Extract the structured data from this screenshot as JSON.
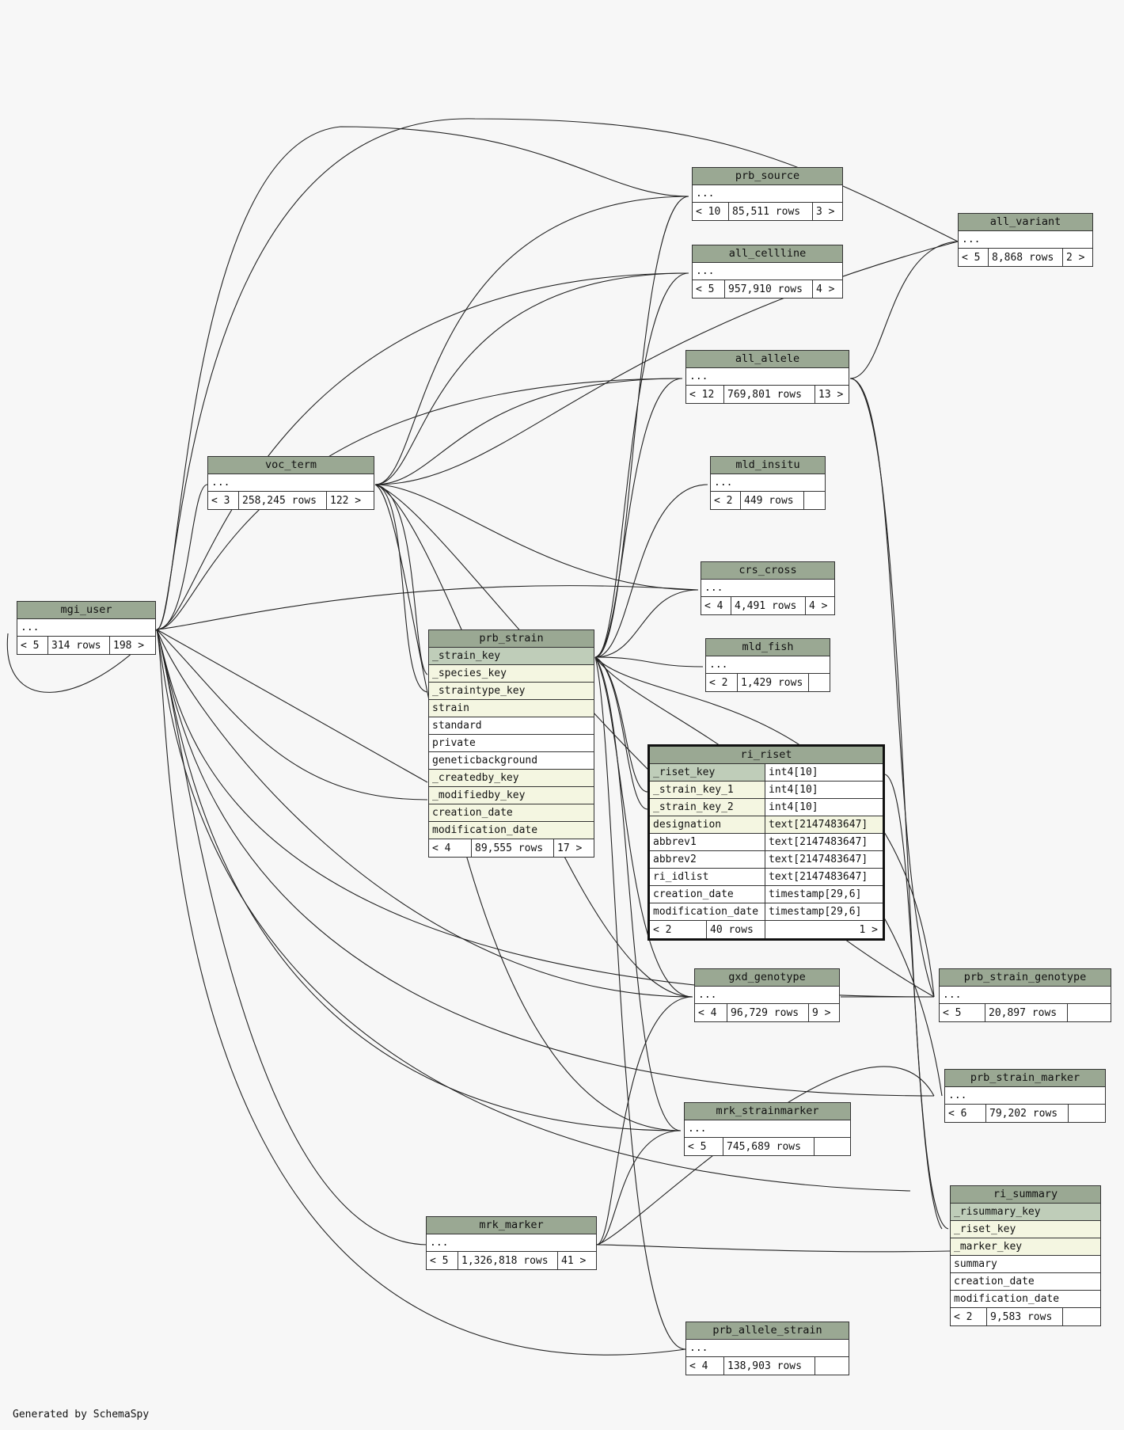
{
  "footer_text": "Generated by SchemaSpy",
  "colors": {
    "header": "#9aa893",
    "primary_key": "#bfcdb9",
    "foreign_key": "#f4f6e1",
    "background": "#f7f7f7"
  },
  "tables": {
    "prb_source": {
      "name": "prb_source",
      "collapsed": "...",
      "parents": "< 10",
      "rows": "85,511 rows",
      "children": "3 >"
    },
    "all_variant": {
      "name": "all_variant",
      "collapsed": "...",
      "parents": "< 5",
      "rows": "8,868 rows",
      "children": "2 >"
    },
    "all_cellline": {
      "name": "all_cellline",
      "collapsed": "...",
      "parents": "< 5",
      "rows": "957,910 rows",
      "children": "4 >"
    },
    "all_allele": {
      "name": "all_allele",
      "collapsed": "...",
      "parents": "< 12",
      "rows": "769,801 rows",
      "children": "13 >"
    },
    "mld_insitu": {
      "name": "mld_insitu",
      "collapsed": "...",
      "parents": "< 2",
      "rows": "449 rows",
      "children": ""
    },
    "voc_term": {
      "name": "voc_term",
      "collapsed": "...",
      "parents": "< 3",
      "rows": "258,245 rows",
      "children": "122 >"
    },
    "crs_cross": {
      "name": "crs_cross",
      "collapsed": "...",
      "parents": "< 4",
      "rows": "4,491 rows",
      "children": "4 >"
    },
    "mgi_user": {
      "name": "mgi_user",
      "collapsed": "...",
      "parents": "< 5",
      "rows": "314 rows",
      "children": "198 >"
    },
    "mld_fish": {
      "name": "mld_fish",
      "collapsed": "...",
      "parents": "< 2",
      "rows": "1,429 rows",
      "children": ""
    },
    "gxd_genotype": {
      "name": "gxd_genotype",
      "collapsed": "...",
      "parents": "< 4",
      "rows": "96,729 rows",
      "children": "9 >"
    },
    "prb_strain_genotype": {
      "name": "prb_strain_genotype",
      "collapsed": "...",
      "parents": "< 5",
      "rows": "20,897 rows",
      "children": ""
    },
    "prb_strain_marker": {
      "name": "prb_strain_marker",
      "collapsed": "...",
      "parents": "< 6",
      "rows": "79,202 rows",
      "children": ""
    },
    "mrk_strainmarker": {
      "name": "mrk_strainmarker",
      "collapsed": "...",
      "parents": "< 5",
      "rows": "745,689 rows",
      "children": ""
    },
    "mrk_marker": {
      "name": "mrk_marker",
      "collapsed": "...",
      "parents": "< 5",
      "rows": "1,326,818 rows",
      "children": "41 >"
    },
    "prb_allele_strain": {
      "name": "prb_allele_strain",
      "collapsed": "...",
      "parents": "< 4",
      "rows": "138,903 rows",
      "children": ""
    },
    "prb_strain": {
      "name": "prb_strain",
      "columns": [
        "_strain_key",
        "_species_key",
        "_straintype_key",
        "strain",
        "standard",
        "private",
        "geneticbackground",
        "_createdby_key",
        "_modifiedby_key",
        "creation_date",
        "modification_date"
      ],
      "parents": "< 4",
      "rows": "89,555 rows",
      "children": "17 >"
    },
    "ri_riset": {
      "name": "ri_riset",
      "columns": [
        {
          "name": "_riset_key",
          "type": "int4[10]"
        },
        {
          "name": "_strain_key_1",
          "type": "int4[10]"
        },
        {
          "name": "_strain_key_2",
          "type": "int4[10]"
        },
        {
          "name": "designation",
          "type": "text[2147483647]"
        },
        {
          "name": "abbrev1",
          "type": "text[2147483647]"
        },
        {
          "name": "abbrev2",
          "type": "text[2147483647]"
        },
        {
          "name": "ri_idlist",
          "type": "text[2147483647]"
        },
        {
          "name": "creation_date",
          "type": "timestamp[29,6]"
        },
        {
          "name": "modification_date",
          "type": "timestamp[29,6]"
        }
      ],
      "parents": "< 2",
      "rows": "40 rows",
      "children": "1 >"
    },
    "ri_summary": {
      "name": "ri_summary",
      "columns": [
        "_risummary_key",
        "_riset_key",
        "_marker_key",
        "summary",
        "creation_date",
        "modification_date"
      ],
      "parents": "< 2",
      "rows": "9,583 rows",
      "children": ""
    }
  }
}
